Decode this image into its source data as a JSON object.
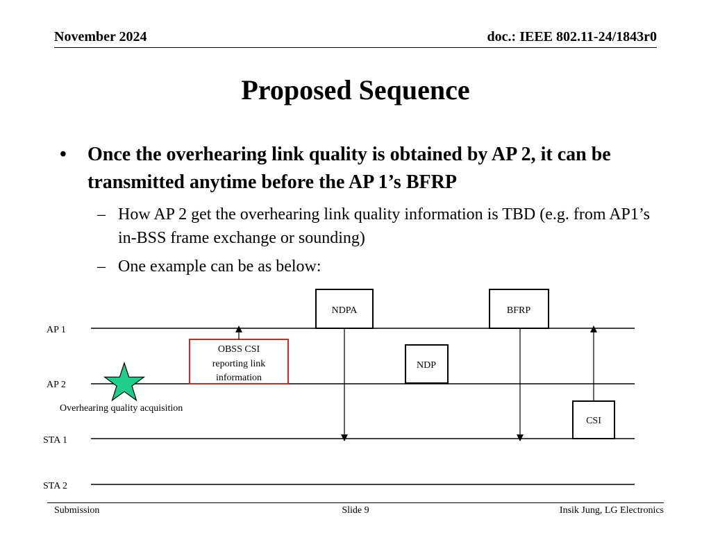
{
  "header": {
    "date": "November 2024",
    "doc": "doc.: IEEE 802.11-24/1843r0"
  },
  "slide": {
    "title": "Proposed Sequence",
    "bullet_marker": "•",
    "sub_marker": "–",
    "bullet": "Once the overhearing link quality is obtained by AP 2, it can be transmitted anytime before the AP 1’s BFRP",
    "sub_bullets": [
      "How AP 2 get the overhearing link quality information is TBD (e.g. from AP1’s in-BSS frame exchange or sounding)",
      "One example can be as below:"
    ]
  },
  "diagram": {
    "lines": [
      "AP 1",
      "AP 2",
      "STA 1",
      "STA 2"
    ],
    "frames": {
      "ndpa": "NDPA",
      "bfrp": "BFRP",
      "ndp": "NDP",
      "csi": "CSI",
      "obss_line1": "OBSS CSI",
      "obss_line2": "reporting link",
      "obss_line3": "information"
    },
    "annotation": "Overhearing quality acquisition",
    "colors": {
      "star_fill": "#1fce8a",
      "obss_border": "#e02020",
      "line": "#000000"
    }
  },
  "footer": {
    "left": "Submission",
    "center": "Slide 9",
    "right": "Insik Jung, LG Electronics"
  }
}
